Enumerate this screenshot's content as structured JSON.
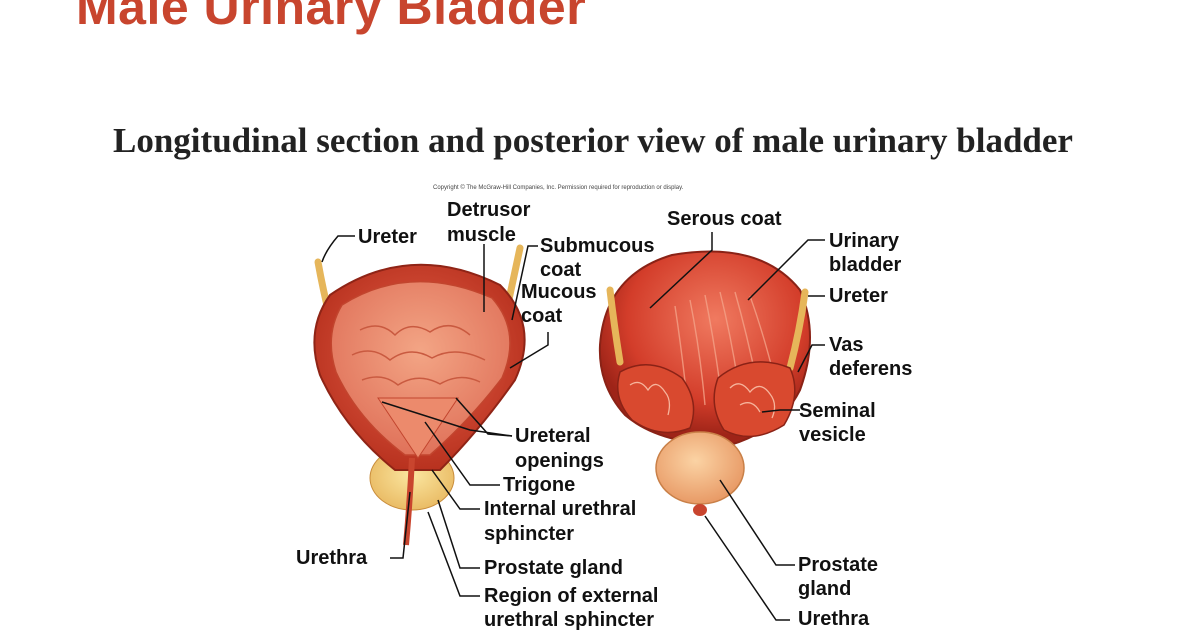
{
  "slide": {
    "title": "Male Urinary Bladder",
    "subtitle": "Longitudinal section and posterior view of male urinary bladder",
    "copyright": "Copyright © The McGraw-Hill Companies, Inc. Permission required for reproduction or display."
  },
  "section_labels": {
    "ureter": "Ureter",
    "detrusor_1": "Detrusor",
    "detrusor_2": "muscle",
    "submucous_1": "Submucous",
    "submucous_2": "coat",
    "mucous_1": "Mucous",
    "mucous_2": "coat",
    "ureteral_1": "Ureteral",
    "ureteral_2": "openings",
    "trigone": "Trigone",
    "internal_1": "Internal urethral",
    "internal_2": "sphincter",
    "urethra": "Urethra",
    "prostate": "Prostate gland",
    "external_1": "Region of external",
    "external_2": "urethral sphincter"
  },
  "posterior_labels": {
    "serous": "Serous coat",
    "bladder_1": "Urinary",
    "bladder_2": "bladder",
    "ureter": "Ureter",
    "vas_1": "Vas",
    "vas_2": "deferens",
    "seminal_1": "Seminal",
    "seminal_2": "vesicle",
    "prostate_1": "Prostate",
    "prostate_2": "gland",
    "urethra": "Urethra"
  }
}
